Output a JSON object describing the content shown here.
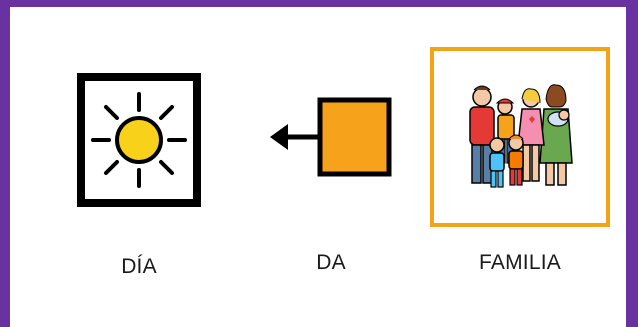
{
  "cards": [
    {
      "label": "DÍA",
      "icon": "sun-icon"
    },
    {
      "label": "DA",
      "icon": "arrow-left-square-icon"
    },
    {
      "label": "FAMILIA",
      "icon": "family-icon"
    }
  ],
  "colors": {
    "background": "#6a31a0",
    "frame": "#ffffff",
    "sun": "#f8d21a",
    "square": "#f7a21b",
    "family_border": "#f3a316"
  }
}
